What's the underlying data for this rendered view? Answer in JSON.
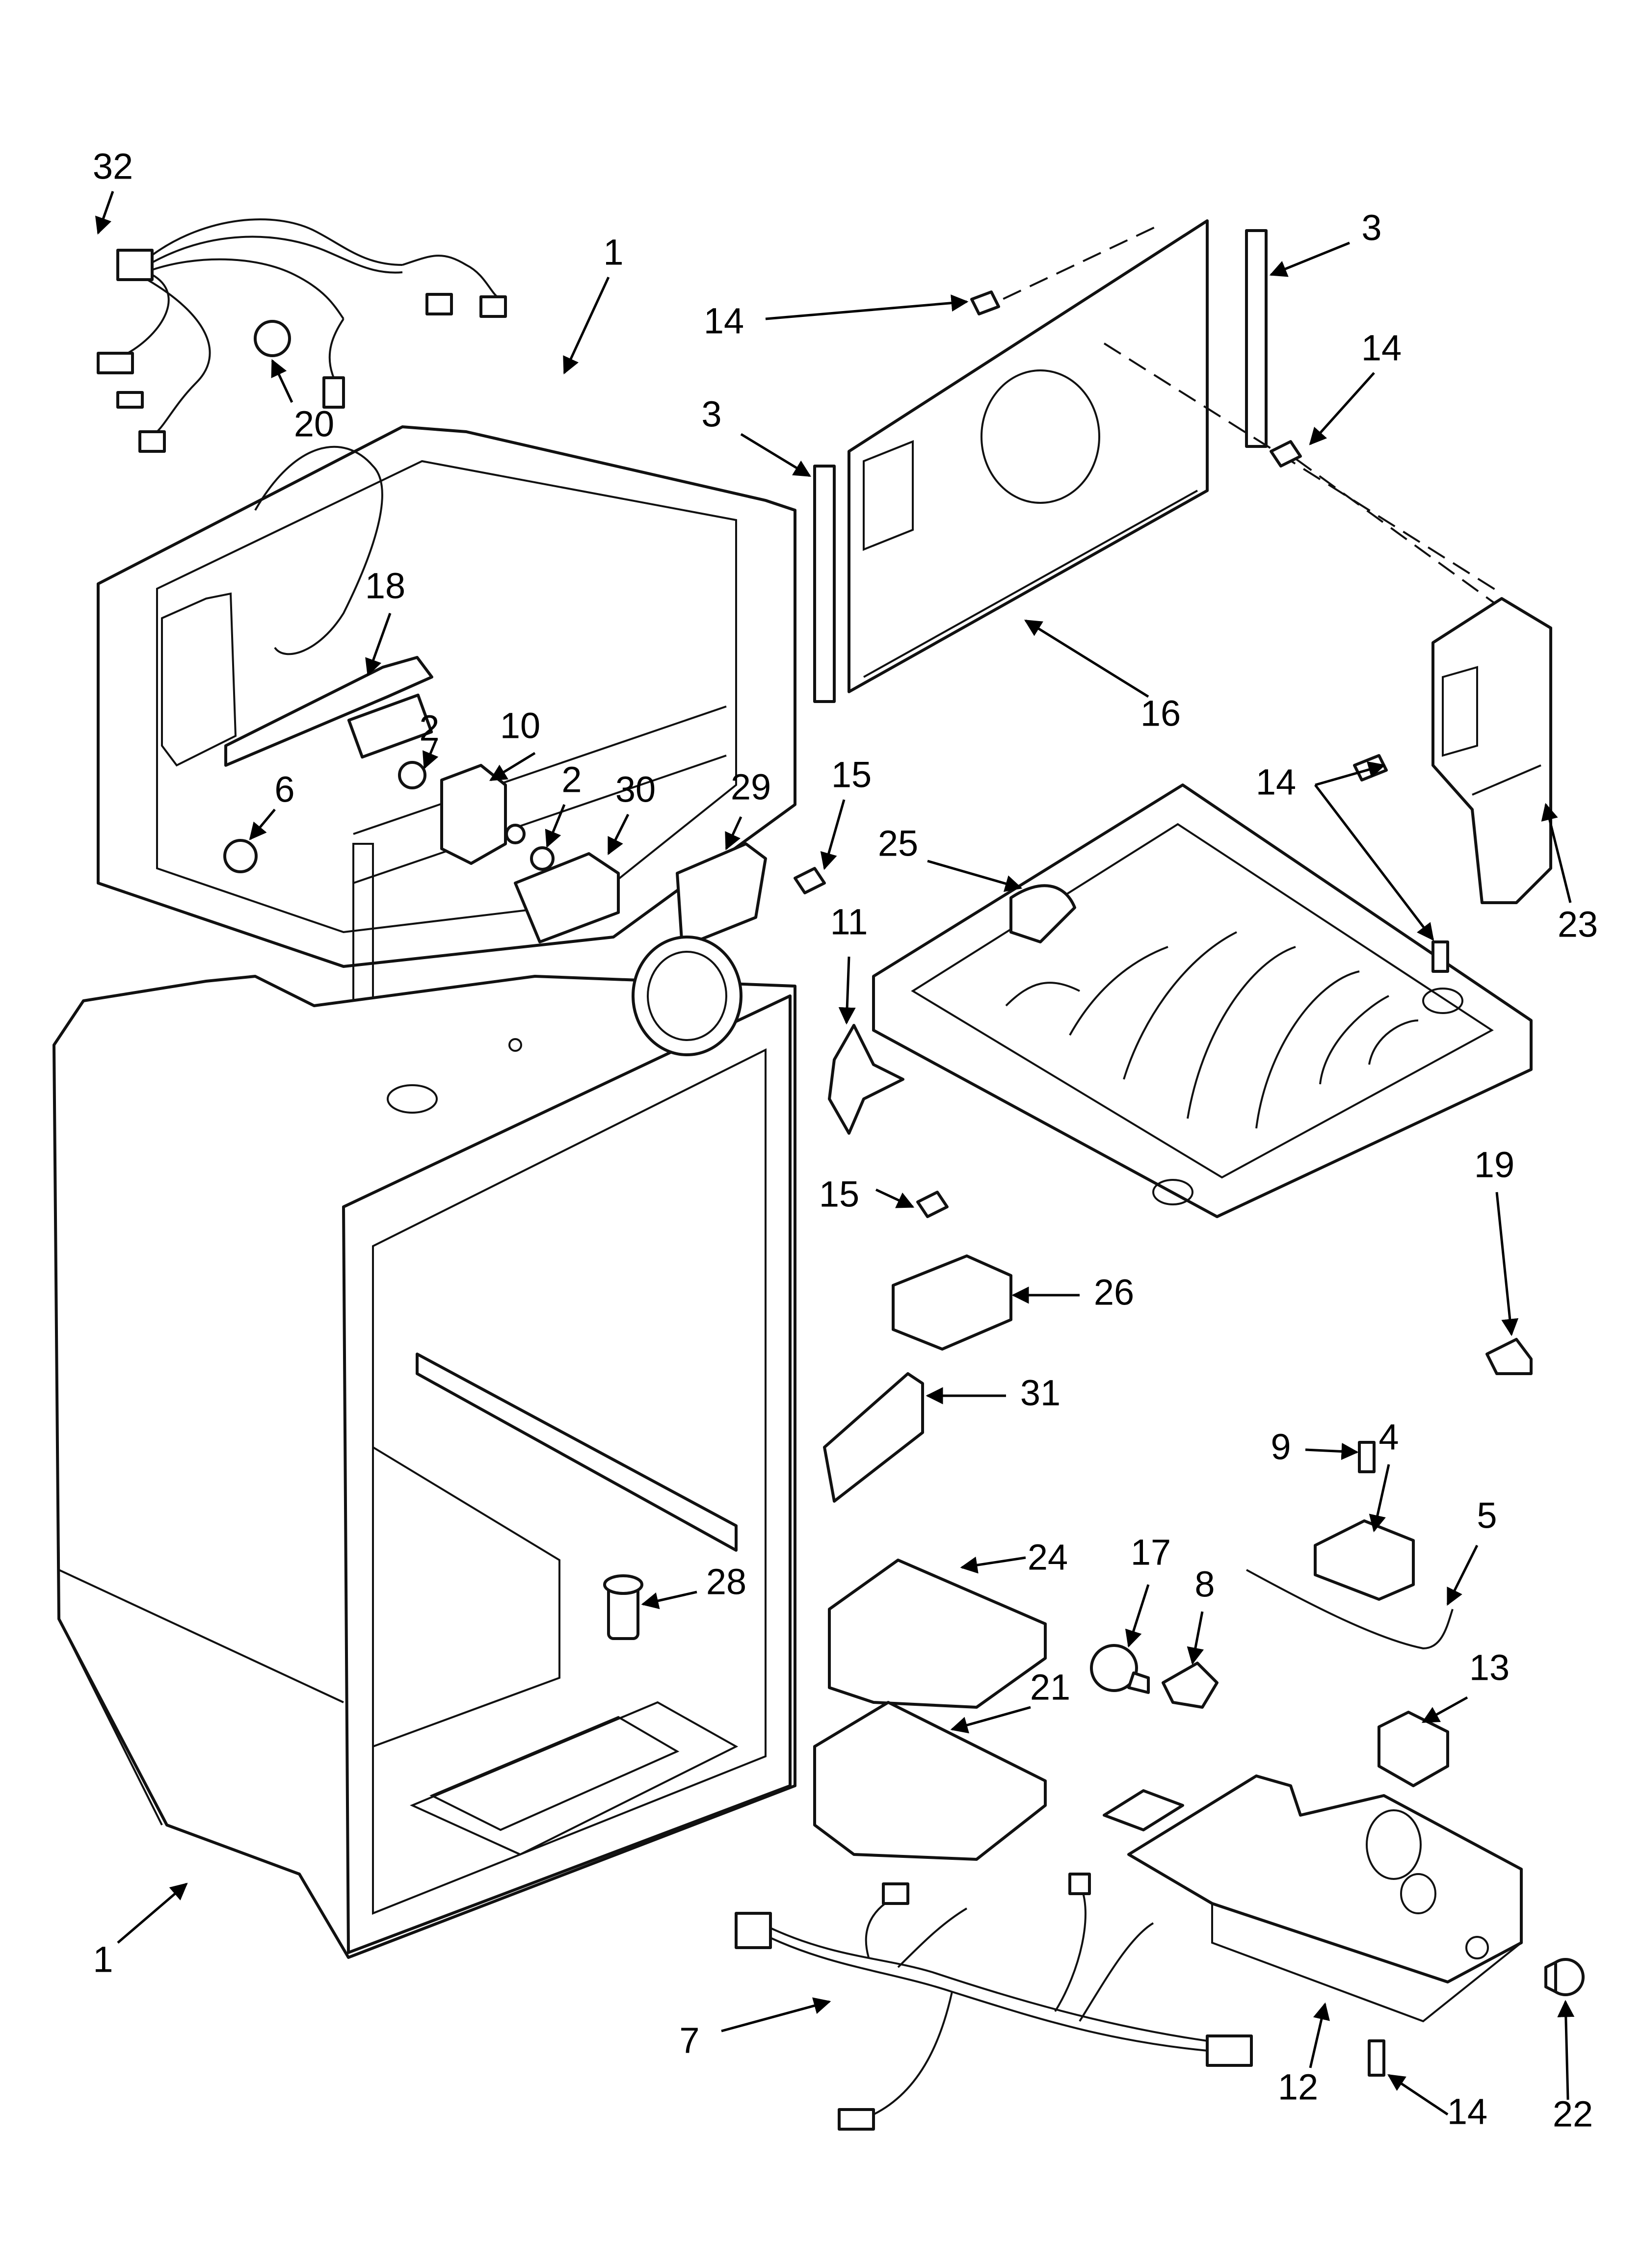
{
  "diagram": {
    "callouts": [
      {
        "id": "c32a",
        "text": "32"
      },
      {
        "id": "c1a",
        "text": "1"
      },
      {
        "id": "c20",
        "text": "20"
      },
      {
        "id": "c14a",
        "text": "14"
      },
      {
        "id": "c3a",
        "text": "3"
      },
      {
        "id": "c3b",
        "text": "3"
      },
      {
        "id": "c14b",
        "text": "14"
      },
      {
        "id": "c18",
        "text": "18"
      },
      {
        "id": "c16",
        "text": "16"
      },
      {
        "id": "c2a",
        "text": "2"
      },
      {
        "id": "c10",
        "text": "10"
      },
      {
        "id": "c6",
        "text": "6"
      },
      {
        "id": "c2b",
        "text": "2"
      },
      {
        "id": "c30",
        "text": "30"
      },
      {
        "id": "c29",
        "text": "29"
      },
      {
        "id": "c15a",
        "text": "15"
      },
      {
        "id": "c14c",
        "text": "14"
      },
      {
        "id": "c23",
        "text": "23"
      },
      {
        "id": "c25",
        "text": "25"
      },
      {
        "id": "c11",
        "text": "11"
      },
      {
        "id": "c15b",
        "text": "15"
      },
      {
        "id": "c19",
        "text": "19"
      },
      {
        "id": "c26",
        "text": "26"
      },
      {
        "id": "c31",
        "text": "31"
      },
      {
        "id": "c9",
        "text": "9"
      },
      {
        "id": "c4",
        "text": "4"
      },
      {
        "id": "c5",
        "text": "5"
      },
      {
        "id": "c24",
        "text": "24"
      },
      {
        "id": "c17",
        "text": "17"
      },
      {
        "id": "c8",
        "text": "8"
      },
      {
        "id": "c28",
        "text": "28"
      },
      {
        "id": "c13",
        "text": "13"
      },
      {
        "id": "c21",
        "text": "21"
      },
      {
        "id": "c1b",
        "text": "1"
      },
      {
        "id": "c7",
        "text": "7"
      },
      {
        "id": "c12",
        "text": "12"
      },
      {
        "id": "c14d",
        "text": "14"
      },
      {
        "id": "c22",
        "text": "22"
      }
    ]
  }
}
